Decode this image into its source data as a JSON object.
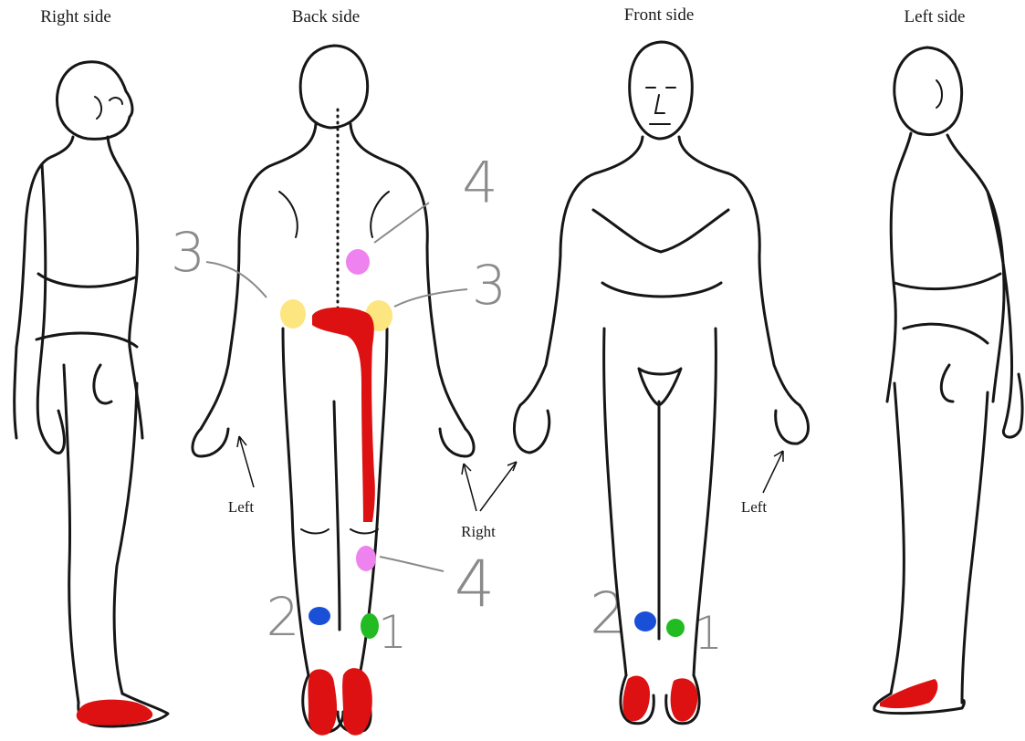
{
  "views": [
    {
      "id": "right",
      "title": "Right side"
    },
    {
      "id": "back",
      "title": "Back side"
    },
    {
      "id": "front",
      "title": "Front side"
    },
    {
      "id": "left",
      "title": "Left side"
    }
  ],
  "side_labels": {
    "back_left": "Left",
    "right": "Right",
    "front_left": "Left"
  },
  "number_labels": {
    "back_shoulder_4": "4",
    "back_waist_left_3": "3",
    "back_waist_right_3": "3",
    "back_calf_4": "4",
    "back_ankle_2": "2",
    "back_ankle_1": "1",
    "front_ankle_2": "2",
    "front_ankle_1": "1"
  },
  "markers": [
    {
      "view": "back",
      "region": "upper back",
      "color": "#ee82ee",
      "number": "4"
    },
    {
      "view": "back",
      "region": "left waist",
      "color": "#fde680",
      "number": "3"
    },
    {
      "view": "back",
      "region": "right waist",
      "color": "#fde680",
      "number": "3"
    },
    {
      "view": "back",
      "region": "lower back to calf (path)",
      "color": "#dd1111"
    },
    {
      "view": "back",
      "region": "calf",
      "color": "#ee82ee",
      "number": "4"
    },
    {
      "view": "back",
      "region": "left ankle",
      "color": "#1a4fd8",
      "number": "2"
    },
    {
      "view": "back",
      "region": "right ankle",
      "color": "#22bb22",
      "number": "1"
    },
    {
      "view": "back",
      "region": "feet",
      "color": "#dd1111"
    },
    {
      "view": "front",
      "region": "right ankle",
      "color": "#1a4fd8",
      "number": "2"
    },
    {
      "view": "front",
      "region": "left ankle",
      "color": "#22bb22",
      "number": "1"
    },
    {
      "view": "front",
      "region": "feet",
      "color": "#dd1111"
    },
    {
      "view": "right",
      "region": "foot",
      "color": "#dd1111"
    },
    {
      "view": "left",
      "region": "foot",
      "color": "#dd1111"
    }
  ],
  "colors": {
    "pain_path": "#dd1111",
    "pink": "#ee82ee",
    "yellow": "#fde680",
    "blue": "#1a4fd8",
    "green": "#22bb22",
    "pencil": "#8a8a8a",
    "outline": "#161616"
  }
}
